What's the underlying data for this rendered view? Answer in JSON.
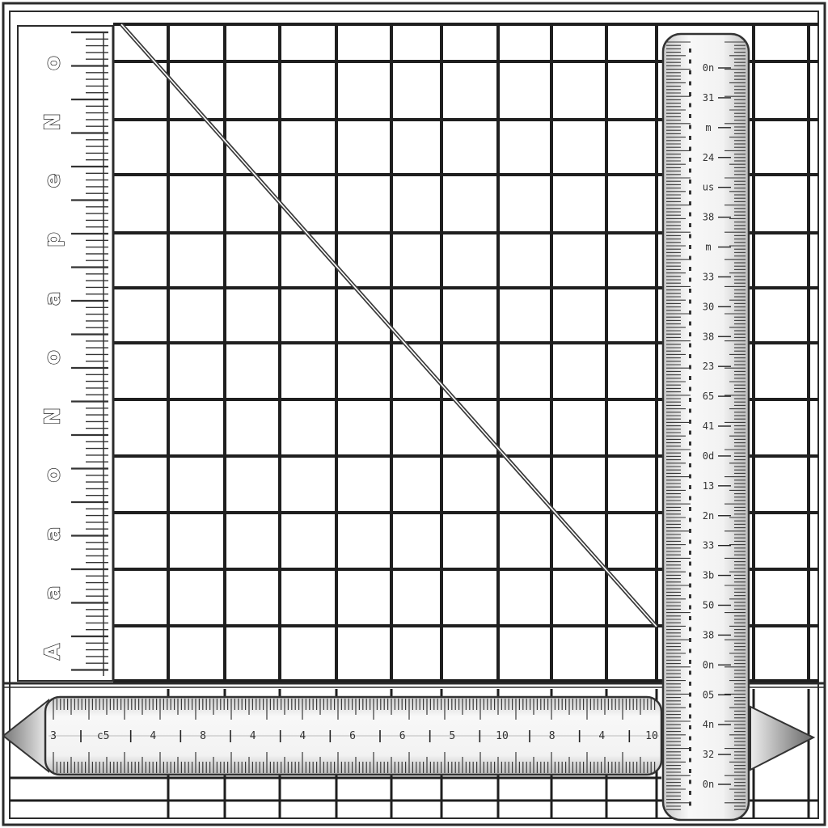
{
  "colors": {
    "background": "#ffffff",
    "grid_line": "#1f1f1f",
    "frame": "#2b2b2b",
    "ruler_fill": "#eeeeee",
    "ruler_edge": "#3a3a3a",
    "diagonal": "#555555"
  },
  "left_scale": {
    "glyphs": [
      "o",
      "N",
      "e",
      "p",
      "a",
      "o",
      "N",
      "o",
      "a",
      "a",
      "A"
    ]
  },
  "bottom_ruler": {
    "labels": [
      "3",
      "c5",
      "4",
      "8",
      "4",
      "4",
      "6",
      "6",
      "5",
      "10",
      "8",
      "4",
      "10"
    ]
  },
  "right_ruler": {
    "labels": [
      "0n",
      "31",
      "m",
      "24",
      "us",
      "38",
      "m",
      "33",
      "30",
      "38",
      "23",
      "65",
      "41",
      "0d",
      "13",
      "2n",
      "33",
      "3b",
      "50",
      "38",
      "0n",
      "05",
      "4n",
      "32",
      "0n"
    ]
  }
}
